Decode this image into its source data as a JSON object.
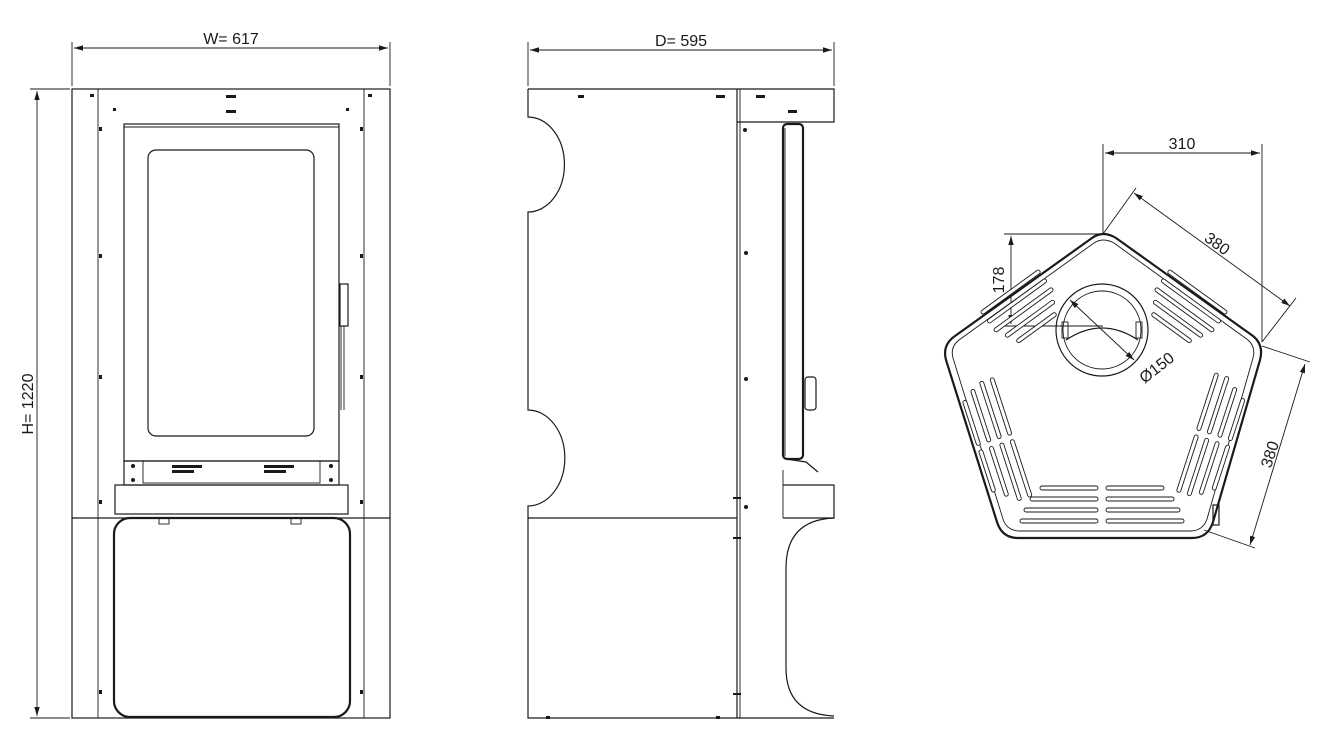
{
  "front_view": {
    "width_label": "W= 617",
    "height_label": "H= 1220"
  },
  "side_view": {
    "depth_label": "D= 595"
  },
  "top_view": {
    "dim_310": "310",
    "dim_380_top": "380",
    "dim_380_right": "380",
    "dim_178": "178",
    "dim_diameter": "Ø150"
  }
}
